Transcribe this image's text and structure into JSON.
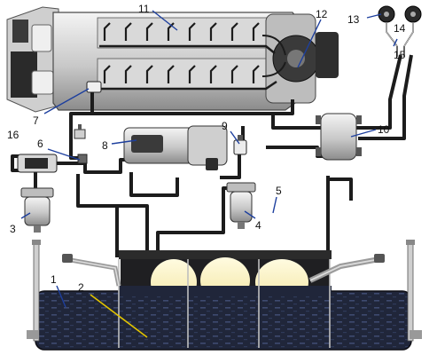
{
  "callouts": [
    "1",
    "2",
    "3",
    "4",
    "5",
    "6",
    "7",
    "8",
    "9",
    "10",
    "11",
    "12",
    "13",
    "14",
    "15",
    "16"
  ],
  "colors": {
    "pipe": "#1c1c1c",
    "metal_light": "#e6e6e6",
    "metal_mid": "#bdbdbd",
    "metal_dark": "#7a7a7a",
    "tank_dark": "#1f2330",
    "fuel_glow": "#fff6c8",
    "leader_blue": "#1d3f9e",
    "leader_yellow": "#e2c400"
  }
}
